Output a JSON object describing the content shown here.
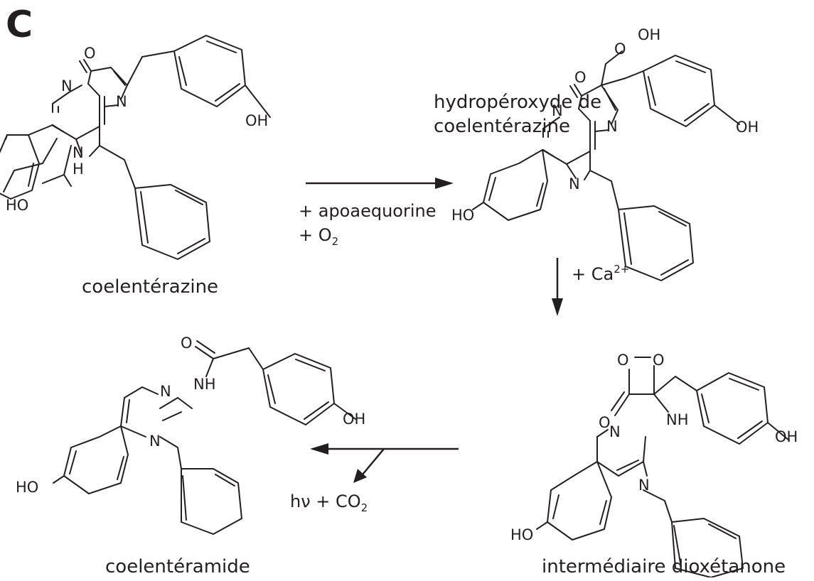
{
  "panel_label": "C",
  "compounds": {
    "coelenterazine": {
      "name": "coelentérazine"
    },
    "hydroperoxide": {
      "name_line1": "hydropéroxyde de",
      "name_line2": "coelentérazine"
    },
    "dioxetanone": {
      "name": "intermédiaire dioxétanone"
    },
    "coelenteramide": {
      "name": "coelentéramide"
    }
  },
  "conditions": {
    "step1_line1": "+ apoaequorine",
    "step1_line2_prefix": "+ O",
    "step1_line2_sub": "2",
    "step2_prefix": "+  Ca",
    "step2_sup": "2+",
    "step3_prefix": "hν + CO",
    "step3_sub": "2"
  },
  "atoms": {
    "O": "O",
    "OH": "OH",
    "HO": "HO",
    "N": "N",
    "H": "H",
    "NH": "NH"
  }
}
